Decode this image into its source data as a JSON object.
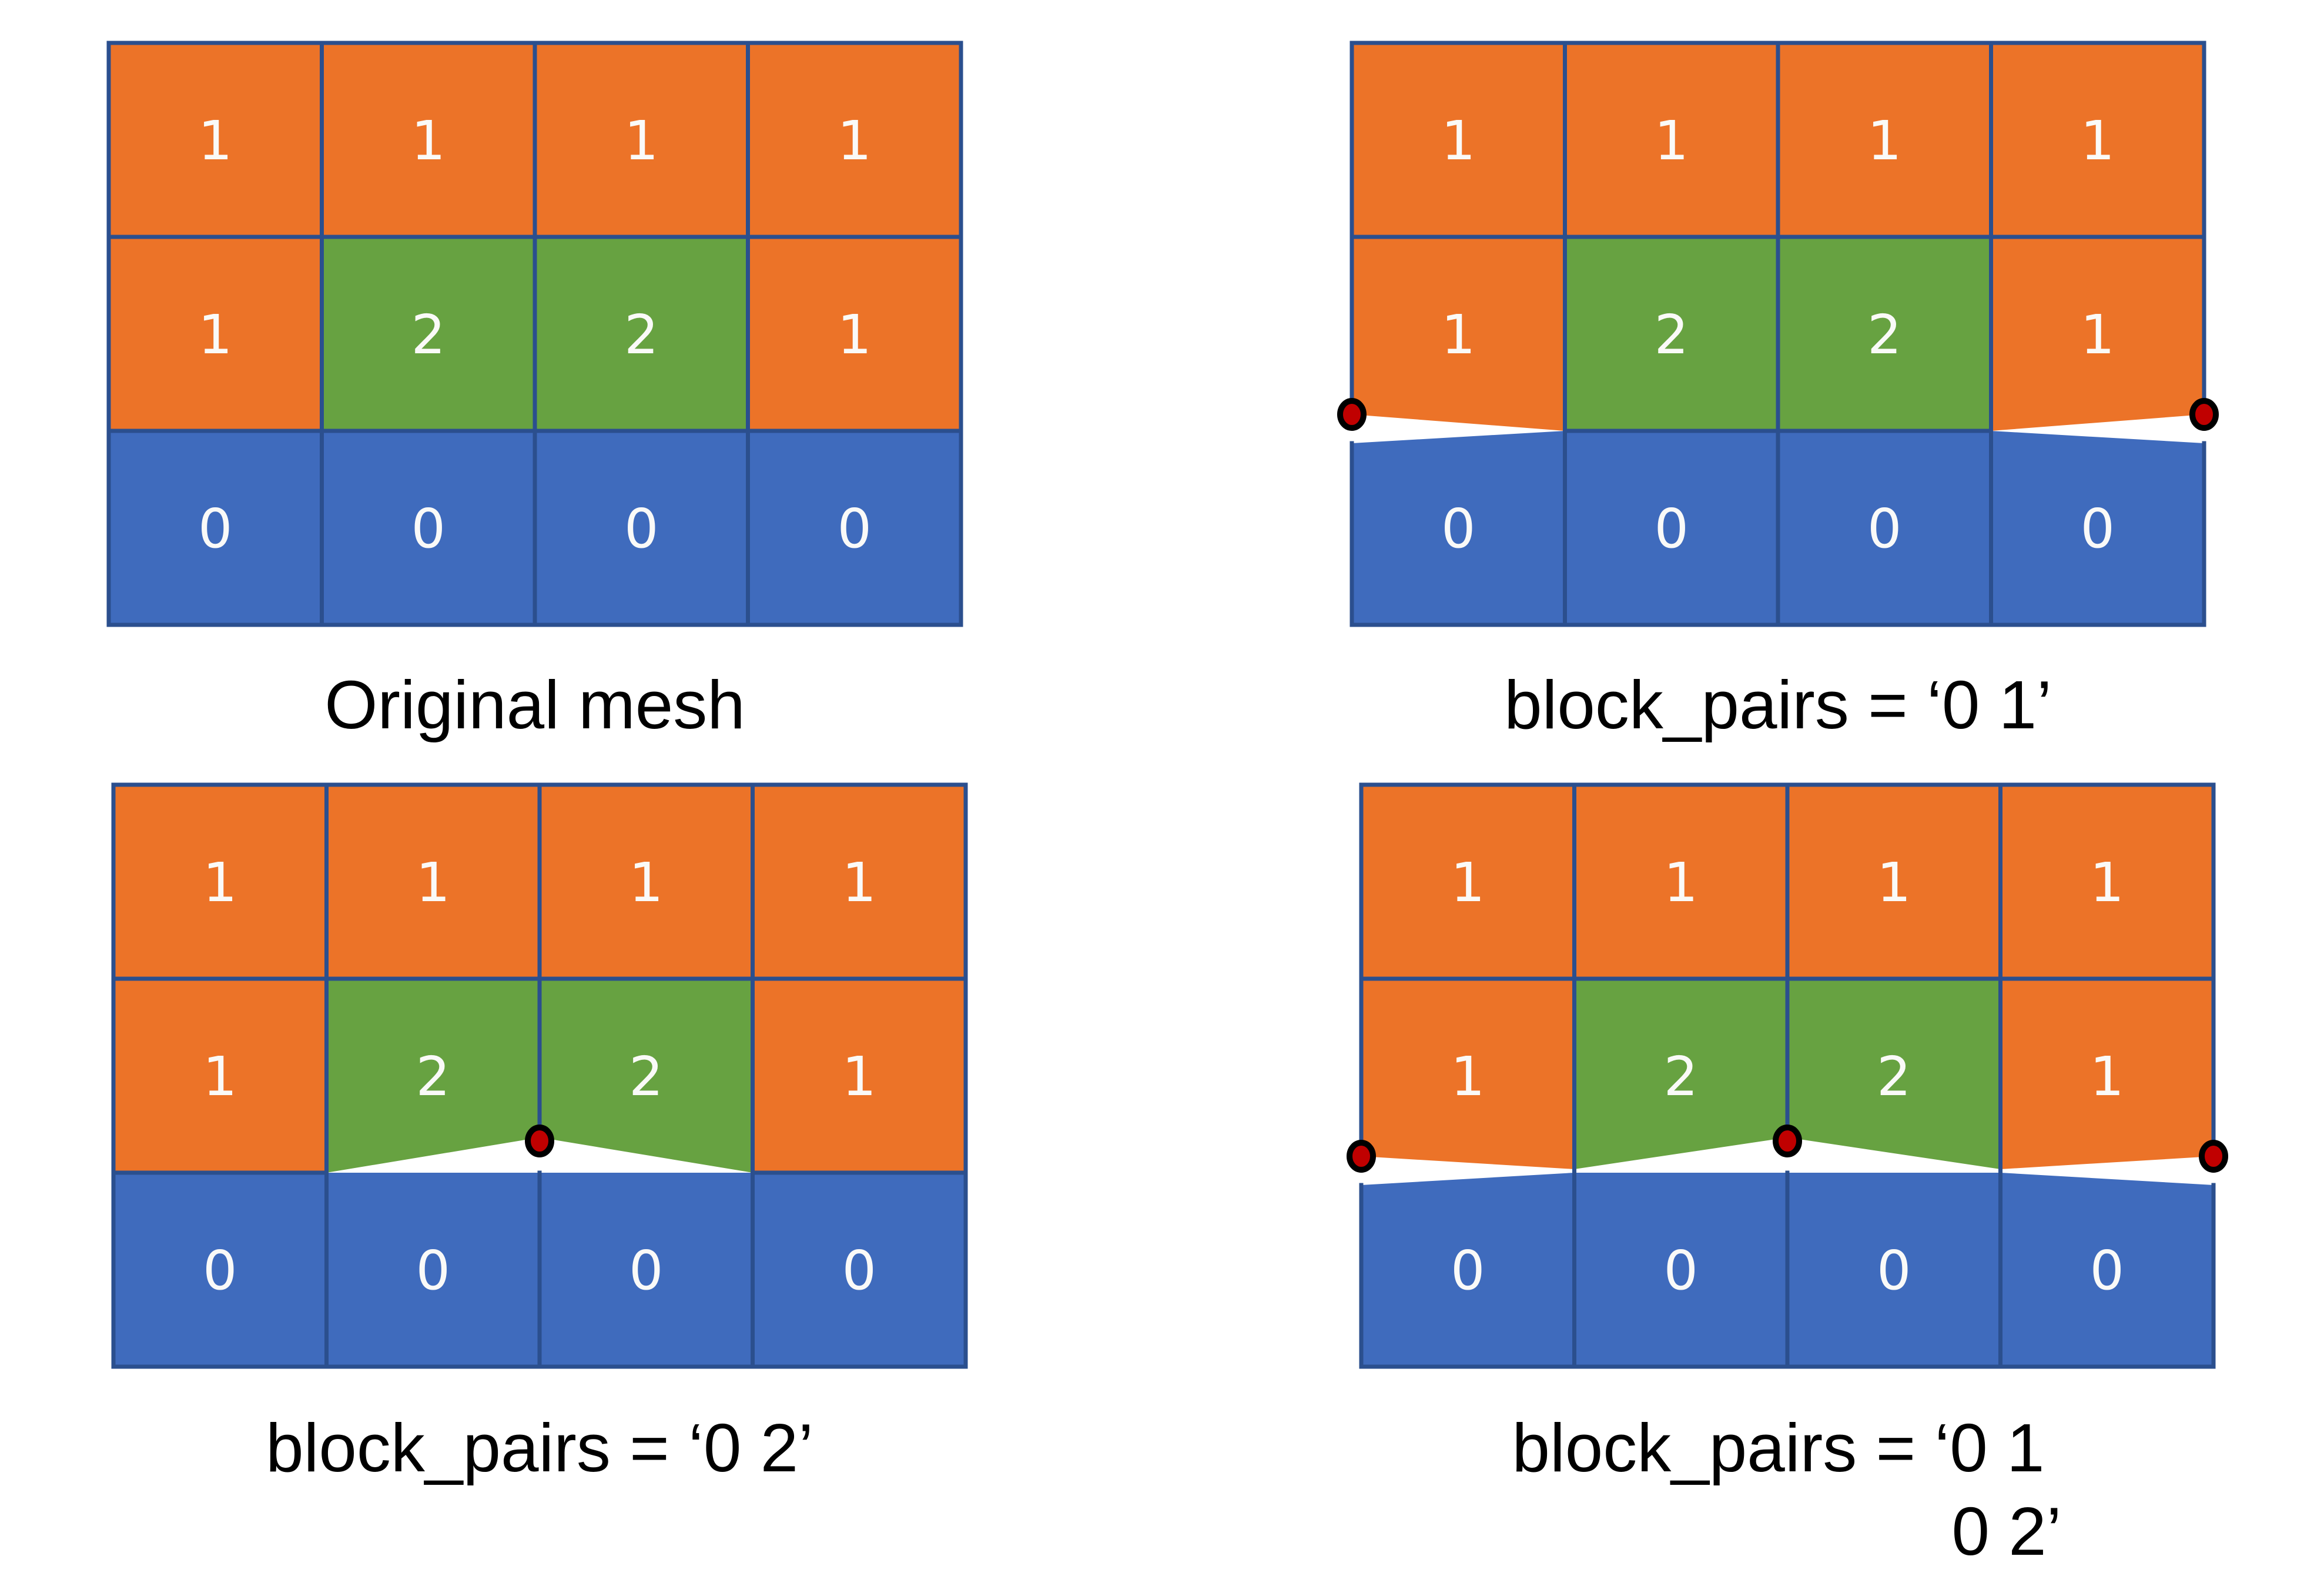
{
  "figure": {
    "description": "Mesh block splitting examples (block_pairs options)"
  },
  "colors": {
    "block1_orange": "#EC7328",
    "block2_green": "#67A241",
    "block0_blue": "#3F6BBD",
    "grid_line": "#2B4F8E",
    "split_node_fill": "#C00000",
    "split_node_ring": "#000000",
    "cell_label_text": "#FAFAF8",
    "caption_text": "#000000",
    "background": "#FFFFFF"
  },
  "mesh_template": {
    "columns": 4,
    "rows": 3,
    "cells": [
      {
        "label": "1",
        "color": "block1_orange"
      },
      {
        "label": "1",
        "color": "block1_orange"
      },
      {
        "label": "1",
        "color": "block1_orange"
      },
      {
        "label": "1",
        "color": "block1_orange"
      },
      {
        "label": "1",
        "color": "block1_orange"
      },
      {
        "label": "2",
        "color": "block2_green"
      },
      {
        "label": "2",
        "color": "block2_green"
      },
      {
        "label": "1",
        "color": "block1_orange"
      },
      {
        "label": "0",
        "color": "block0_blue"
      },
      {
        "label": "0",
        "color": "block0_blue"
      },
      {
        "label": "0",
        "color": "block0_blue"
      },
      {
        "label": "0",
        "color": "block0_blue"
      }
    ]
  },
  "panels": [
    {
      "id": "original",
      "caption": "Original mesh",
      "split_pairs": [],
      "split_nodes": []
    },
    {
      "id": "block-pairs-0-1",
      "caption": "block_pairs = ‘0 1’",
      "split_pairs": [
        "0 1"
      ],
      "split_nodes": [
        "left",
        "right"
      ]
    },
    {
      "id": "block-pairs-0-2",
      "caption": "block_pairs = ‘0 2’",
      "split_pairs": [
        "0 2"
      ],
      "split_nodes": [
        "center"
      ]
    },
    {
      "id": "block-pairs-0-1-0-2",
      "caption_line1": "block_pairs = ‘0 1",
      "caption_line2": "0 2’",
      "split_pairs": [
        "0 1",
        "0 2"
      ],
      "split_nodes": [
        "left",
        "center",
        "right"
      ]
    }
  ]
}
